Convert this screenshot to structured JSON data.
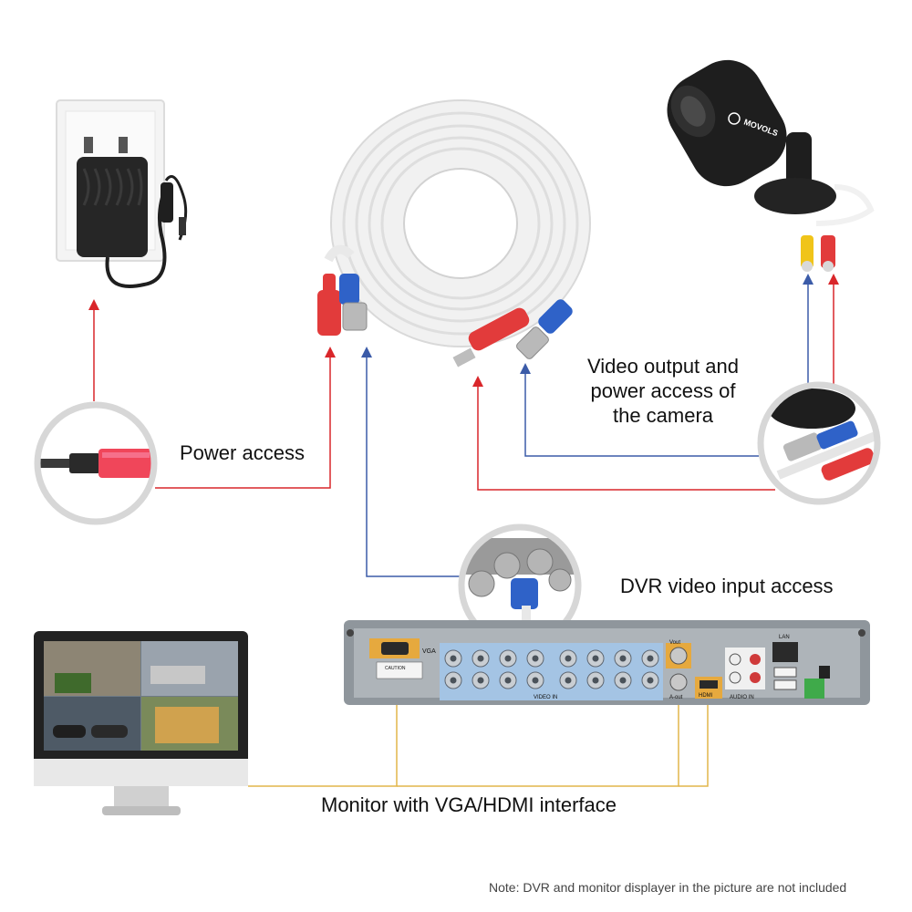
{
  "labels": {
    "power_access": "Power access",
    "camera_line1": "Video output and",
    "camera_line2": "power access of",
    "camera_line3": "the camera",
    "dvr_input": "DVR video input access",
    "monitor": "Monitor with VGA/HDMI interface",
    "note": "Note: DVR and monitor displayer in the picture are not included"
  },
  "dvr_panel": {
    "vga": "VGA",
    "caution": "CAUTION",
    "video_in": "VIDEO IN",
    "vout": "Vout",
    "a_out": "A-out",
    "hdmi": "HDMI",
    "audio_in": "AUDIO IN",
    "lan": "LAN"
  },
  "camera_brand": "MOVOLS",
  "colors": {
    "power_line": "#d9262a",
    "video_line": "#3b5ba8",
    "monitor_line": "#e2b64a",
    "circle_border": "#d7d7d7",
    "cable": "#f2f2f2",
    "bnc_blue": "#2f62c8",
    "dc_red": "#e23b3b"
  }
}
